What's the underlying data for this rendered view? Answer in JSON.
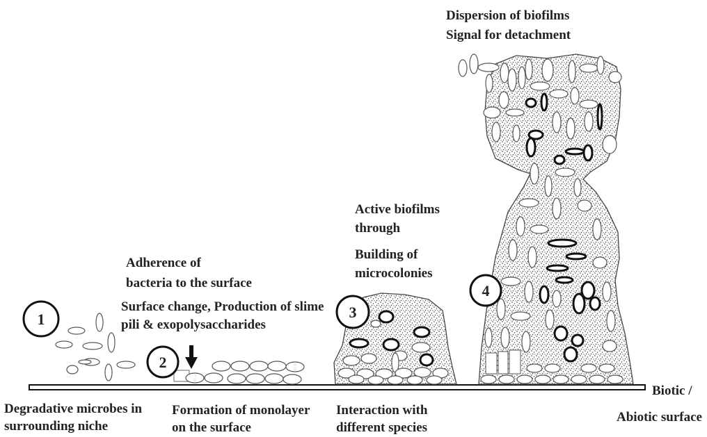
{
  "colors": {
    "ink": "#222222",
    "background": "#ffffff",
    "stipple": "#3a3a3a"
  },
  "stages": [
    {
      "number": "1"
    },
    {
      "number": "2"
    },
    {
      "number": "3"
    },
    {
      "number": "4"
    }
  ],
  "labels": {
    "dispersion_line1": "Dispersion of biofilms",
    "dispersion_line2": "Signal for detachment",
    "active_line1": "Active biofilms",
    "active_line2": "through",
    "building_line1": "Building of",
    "building_line2": "microcolonies",
    "adherence_line1": "Adherence of",
    "adherence_line2": "bacteria to the surface",
    "surface_change_line1": "Surface change, Production of slime",
    "surface_change_line2": "pili & exopolysaccharides",
    "bottom_1_line1": "Degradative microbes in",
    "bottom_1_line2": "surrounding niche",
    "bottom_2_line1": "Formation of monolayer",
    "bottom_2_line2": "on the surface",
    "bottom_3_line1": "Interaction with",
    "bottom_3_line2": "different species",
    "surface_line1": "Biotic /",
    "surface_line2": "Abiotic surface"
  }
}
